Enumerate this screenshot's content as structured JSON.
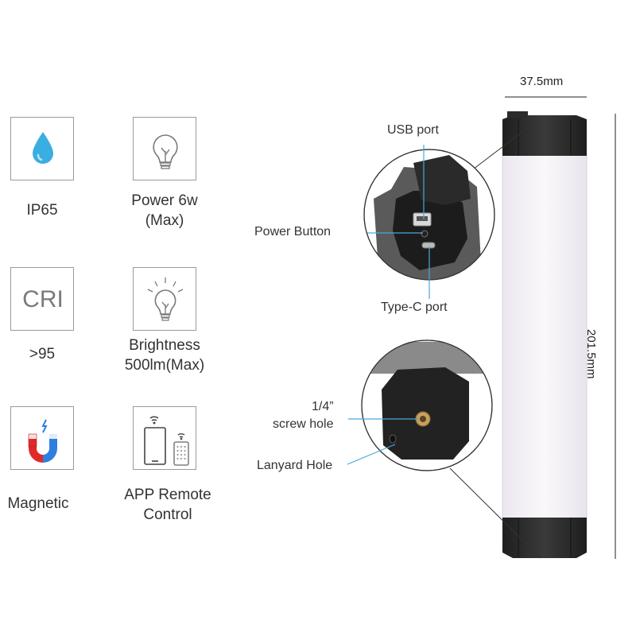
{
  "features": [
    {
      "id": "ip65",
      "icon": "water-drop-icon",
      "lines": [
        "IP65"
      ]
    },
    {
      "id": "power",
      "icon": "light-bulb-icon",
      "lines": [
        "Power 6w",
        "(Max)"
      ]
    },
    {
      "id": "cri",
      "icon": "cri-icon",
      "icon_text": "CRI",
      "lines": [
        ">95"
      ]
    },
    {
      "id": "brightness",
      "icon": "bright-bulb-icon",
      "lines": [
        "Brightness",
        "500lm(Max)"
      ]
    },
    {
      "id": "magnetic",
      "icon": "magnet-icon",
      "lines": [
        "Magnetic"
      ]
    },
    {
      "id": "app",
      "icon": "phone-remote-icon",
      "lines": [
        "APP Remote",
        "Control"
      ]
    }
  ],
  "callouts": {
    "usb_port": "USB port",
    "power_button": "Power Button",
    "type_c_port": "Type-C port",
    "screw_hole_line1": "1/4”",
    "screw_hole_line2": "screw hole",
    "lanyard_hole": "Lanyard Hole"
  },
  "dimensions": {
    "width": "37.5mm",
    "height": "201.5mm"
  },
  "colors": {
    "drop": "#3aaee0",
    "magnet_red": "#e02a2a",
    "magnet_blue": "#2f7fe0",
    "body_black": "#2b2b2b",
    "light_panel": "#f4f0f7"
  }
}
